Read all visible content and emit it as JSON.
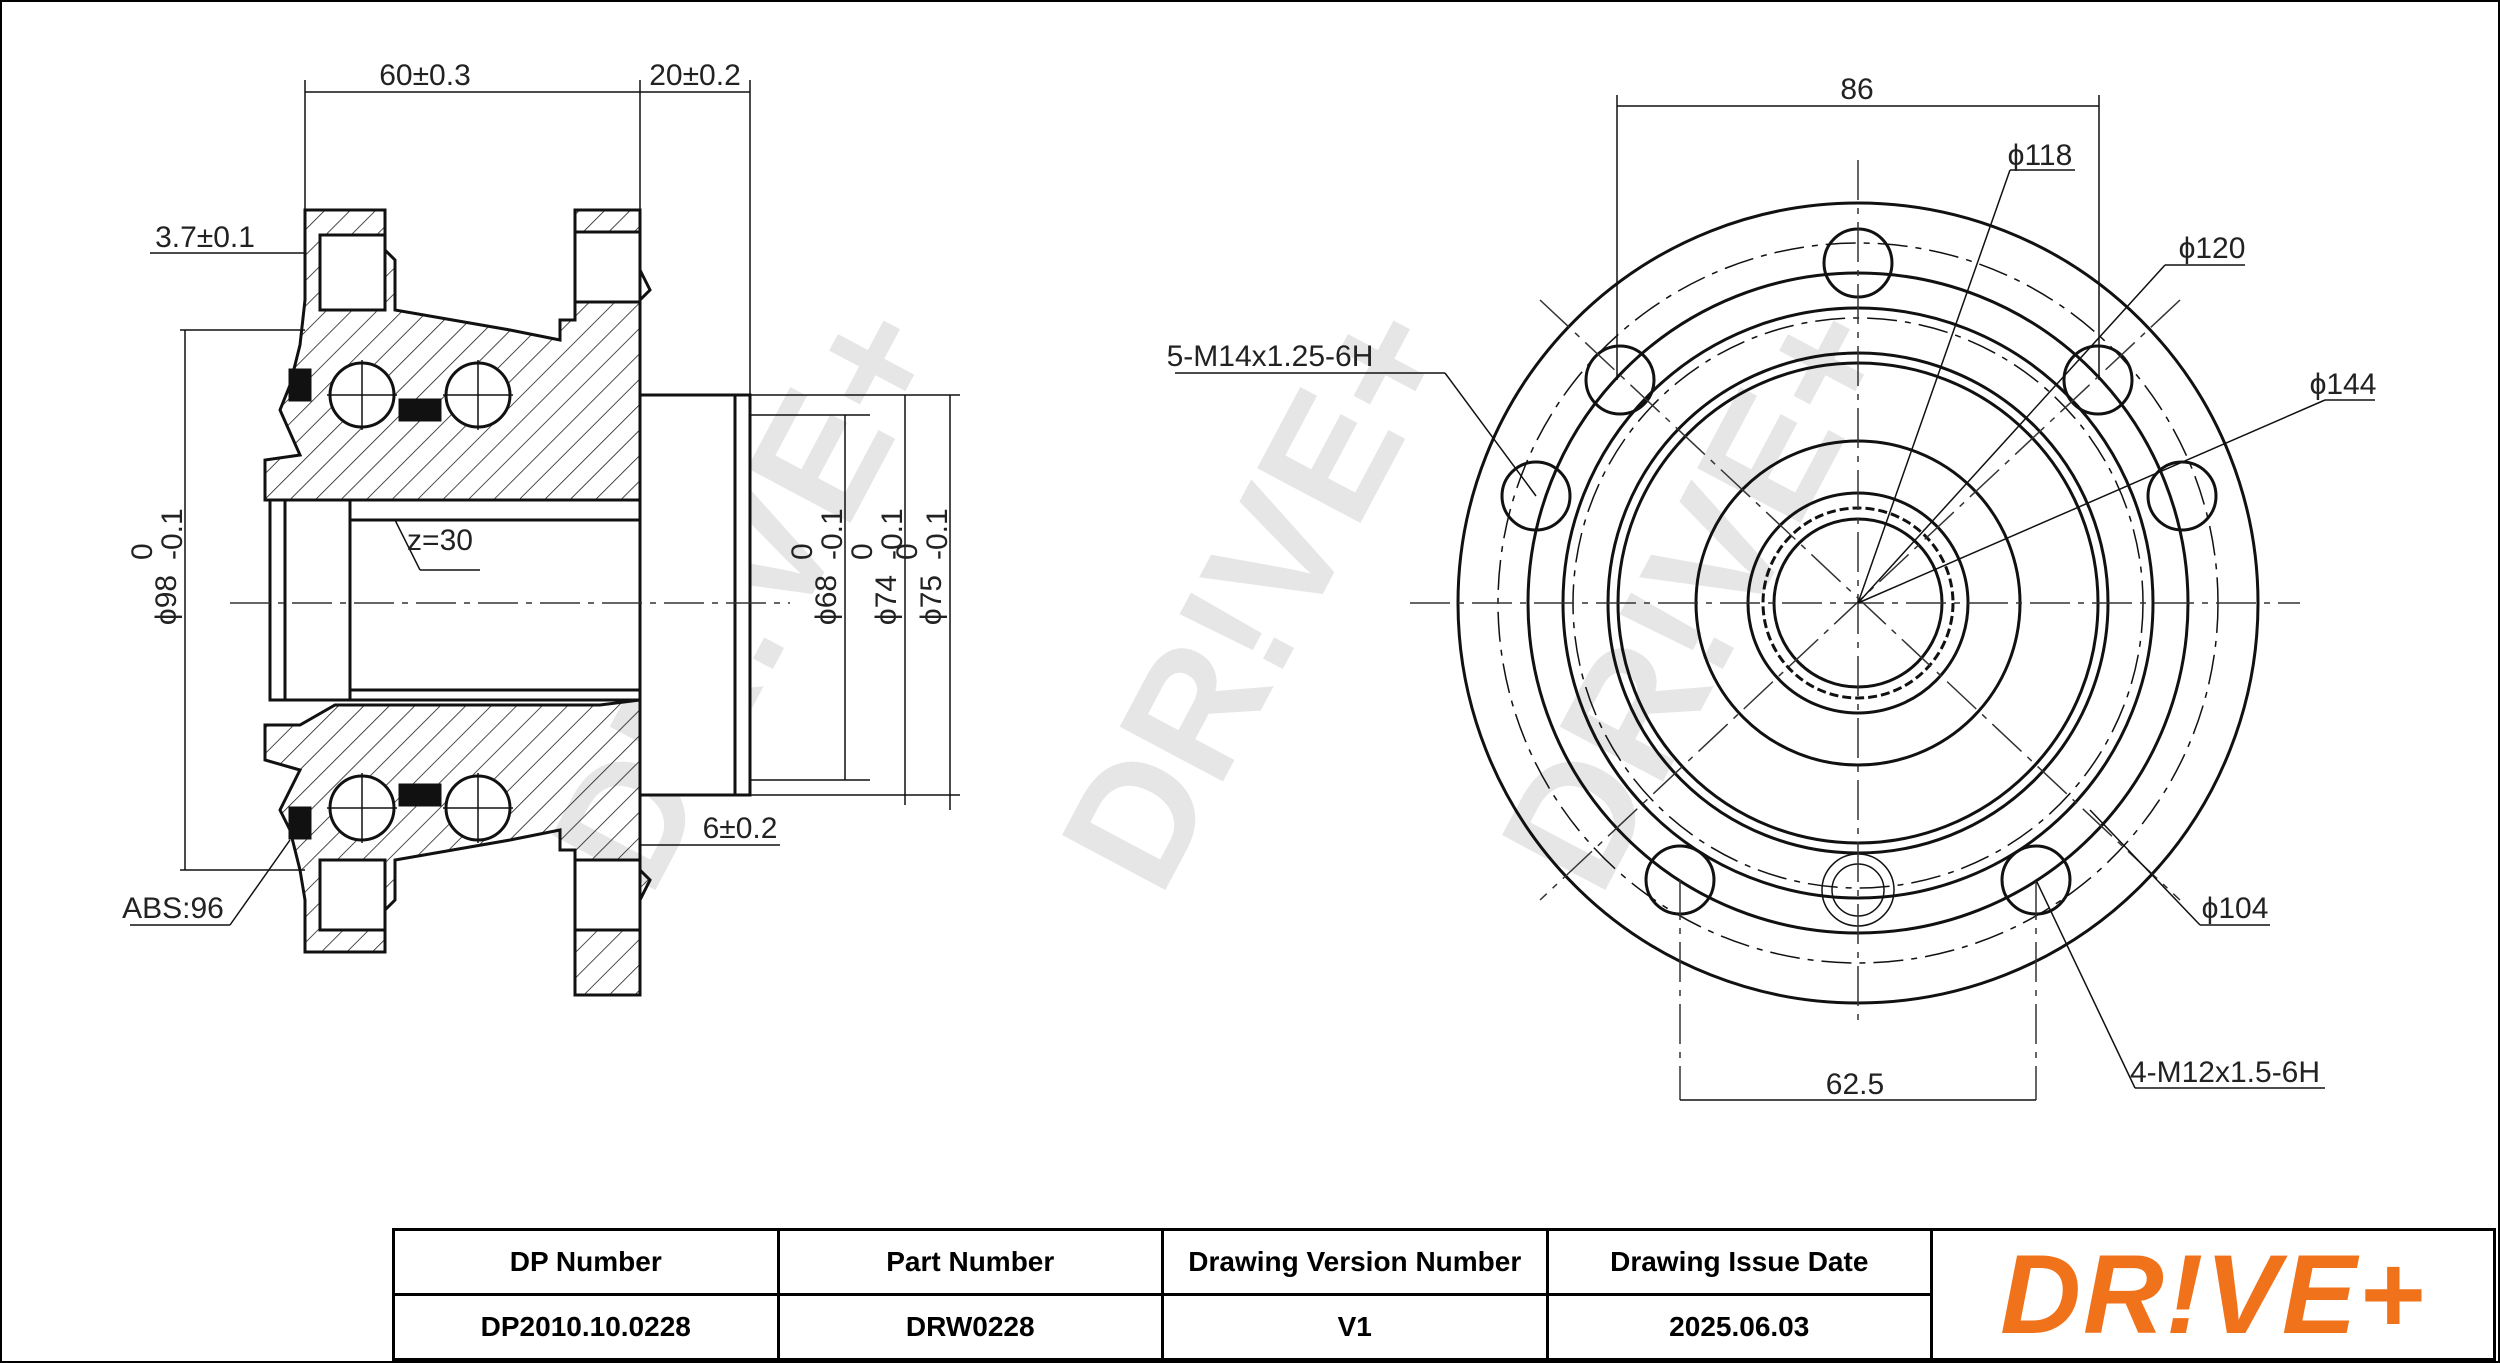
{
  "brand": {
    "logo_text": "DR!VE+",
    "watermark_text": "DR!VE+",
    "accent_color": "#f0731c"
  },
  "dimensions": {
    "side_view": {
      "width_main": "60±0.3",
      "width_flange": "20±0.2",
      "offset_small": "3.7±0.1",
      "spline_teeth": "z=30",
      "abs_ring": "ABS:96",
      "pilot_step": "6±0.2",
      "dia_98": "ϕ98",
      "dia_98_tol_upper": "0",
      "dia_98_tol_lower": "-0.1",
      "dia_68": "ϕ68",
      "dia_68_tol_upper": "0",
      "dia_68_tol_lower": "-0.1",
      "dia_74": "ϕ74",
      "dia_74_tol_upper": "0",
      "dia_74_tol_lower": "-0.1",
      "dia_75": "ϕ75",
      "dia_75_tol_upper": "0",
      "dia_75_tol_lower": "-0.1"
    },
    "front_view": {
      "width_86": "86",
      "dia_118": "ϕ118",
      "dia_120": "ϕ120",
      "dia_144": "ϕ144",
      "dia_104": "ϕ104",
      "thread_m14": "5-M14x1.25-6H",
      "thread_m12": "4-M12x1.5-6H",
      "spacing_62_5": "62.5"
    }
  },
  "title_block": {
    "headers": [
      "DP Number",
      "Part Number",
      "Drawing Version Number",
      "Drawing Issue Date"
    ],
    "values": [
      "DP2010.10.0228",
      "DRW0228",
      "V1",
      "2025.06.03"
    ]
  }
}
